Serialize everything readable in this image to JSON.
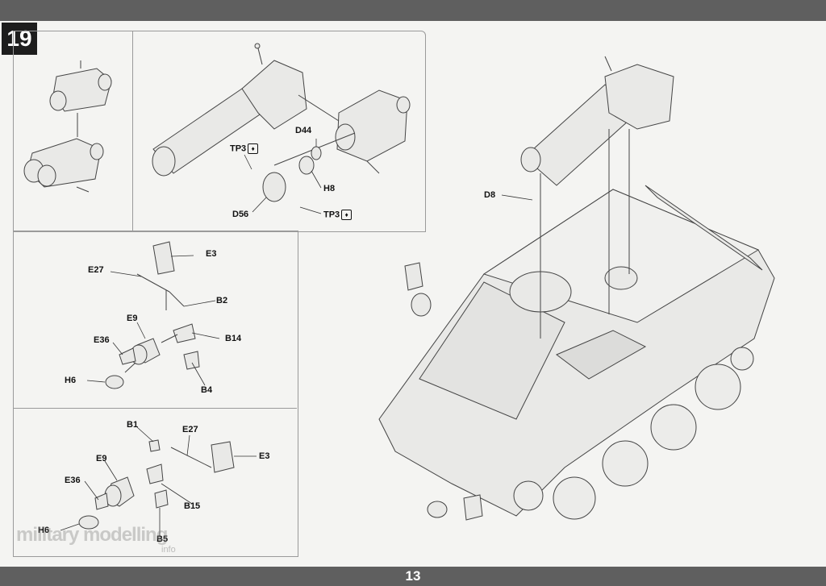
{
  "step": {
    "number": "19"
  },
  "page": {
    "number": "13"
  },
  "panel_a": {},
  "panel_b": {
    "labels": {
      "tp3_top": "TP3",
      "d44": "D44",
      "h8": "H8",
      "d56": "D56",
      "tp3_bottom": "TP3"
    }
  },
  "panel_c": {
    "labels": {
      "e3": "E3",
      "e27": "E27",
      "b2": "B2",
      "e9": "E9",
      "b14": "B14",
      "e36": "E36",
      "h6": "H6",
      "b4": "B4"
    }
  },
  "panel_d": {
    "labels": {
      "b1": "B1",
      "e27": "E27",
      "e9": "E9",
      "e3": "E3",
      "e36": "E36",
      "b15": "B15",
      "h6": "H6",
      "b5": "B5"
    }
  },
  "main": {
    "labels": {
      "d8": "D8"
    }
  },
  "watermark": {
    "text": "military modelling",
    "sub": "info"
  },
  "icons": {
    "glue": "glue-icon"
  }
}
